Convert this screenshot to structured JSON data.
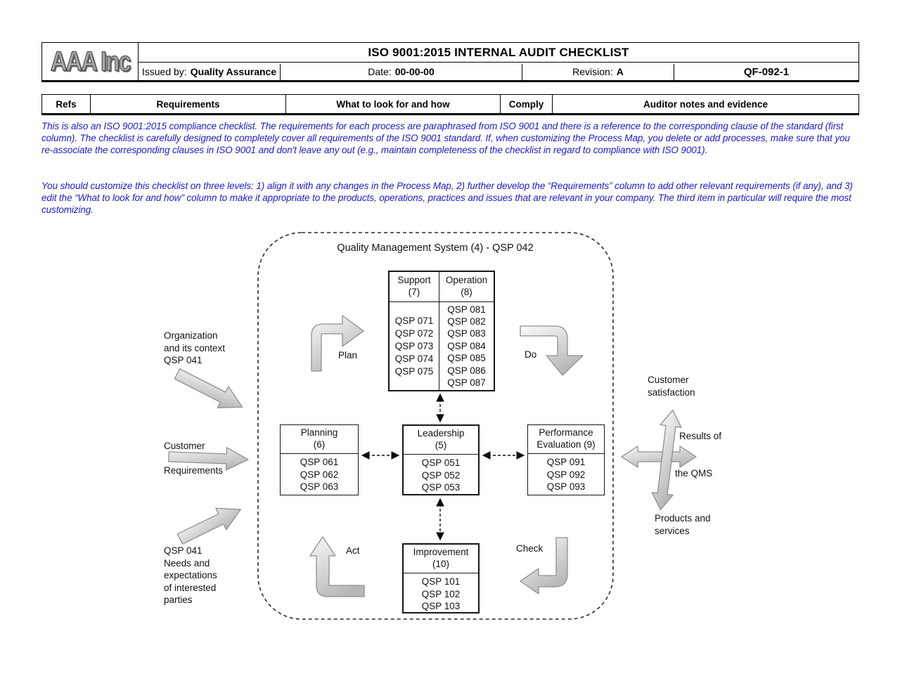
{
  "header": {
    "logo": "AAA Inc",
    "title": "ISO 9001:2015 INTERNAL AUDIT CHECKLIST",
    "issued_by_label": "Issued by:",
    "issued_by_value": "Quality Assurance",
    "date_label": "Date:",
    "date_value": "00-00-00",
    "revision_label": "Revision:",
    "revision_value": "A",
    "doc_code": "QF-092-1"
  },
  "columns": [
    "Refs",
    "Requirements",
    "What to look for and how",
    "Comply",
    "Auditor notes and evidence"
  ],
  "notes": {
    "paragraph1": "This is also an ISO 9001:2015 compliance checklist. The requirements for each process are paraphrased from ISO 9001 and there is a reference to the corresponding clause of the standard (first column). The checklist is carefully designed to completely cover all requirements of the ISO 9001 standard. If, when customizing the Process Map, you delete or add processes, make sure that you re-associate the corresponding clauses in ISO 9001 and don't leave any out (e.g., maintain completeness of the checklist in regard to compliance with ISO 9001).",
    "paragraph2": "You should customize this checklist on three levels: 1) align it with any changes in the Process Map, 2) further develop the “Requirements” column to add other relevant requirements (if any), and 3) edit the “What to look for and how” column to make it appropriate to the products, operations, practices and issues that are relevant in your company. The third item in particular will require the most customizing."
  },
  "diagram": {
    "title": "Quality Management System (4)  -  QSP 042",
    "support": {
      "title": "Support\n(7)",
      "items": [
        "QSP 071",
        "QSP 072",
        "QSP 073",
        "QSP 074",
        "QSP 075"
      ]
    },
    "operation": {
      "title": "Operation\n(8)",
      "items": [
        "QSP 081",
        "QSP 082",
        "QSP 083",
        "QSP 084",
        "QSP 085",
        "QSP 086",
        "QSP 087"
      ]
    },
    "planning": {
      "title": "Planning\n(6)",
      "items": [
        "QSP 061",
        "QSP 062",
        "QSP 063"
      ]
    },
    "leadership": {
      "title": "Leadership\n(5)",
      "items": [
        "QSP 051",
        "QSP 052",
        "QSP 053"
      ]
    },
    "performance": {
      "title": "Performance\nEvaluation (9)",
      "items": [
        "QSP 091",
        "QSP 092",
        "QSP 093"
      ]
    },
    "improvement": {
      "title": "Improvement\n(10)",
      "items": [
        "QSP 101",
        "QSP 102",
        "QSP 103"
      ]
    },
    "pdca": {
      "plan": "Plan",
      "do": "Do",
      "check": "Check",
      "act": "Act"
    },
    "inputs": {
      "organization": "Organization\nand its context\nQSP 041",
      "customer": "Customer",
      "requirements": "Requirements",
      "needs": "QSP 041\nNeeds and\nexpectations\nof interested\nparties"
    },
    "outputs": {
      "satisfaction": "Customer\nsatisfaction",
      "results_of": "Results of",
      "the_qms": "the QMS",
      "products": "Products and\nservices"
    }
  },
  "colors": {
    "note_text_blue": "#1b1bce",
    "arrow_fill_gray": "#d9d9d9",
    "arrow_stroke_gray": "#8f8f8f",
    "border_black": "#000000"
  }
}
